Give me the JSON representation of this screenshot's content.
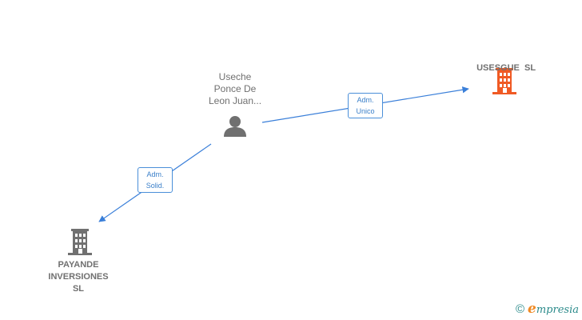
{
  "nodes": {
    "person": {
      "label_lines": [
        "Useche",
        "Ponce De",
        "Leon Juan..."
      ],
      "icon": "person-icon",
      "color": "#707070"
    },
    "usesgue": {
      "label": "USESGUE  SL",
      "icon": "building-icon",
      "color": "#f05a24"
    },
    "payande": {
      "label_lines": [
        "PAYANDE",
        "INVERSIONES",
        "SL"
      ],
      "icon": "building-icon",
      "color": "#707070"
    }
  },
  "relations": [
    {
      "label_lines": [
        "Adm.",
        "Unico"
      ]
    },
    {
      "label_lines": [
        "Adm.",
        "Solid."
      ]
    }
  ],
  "footer": {
    "copyright_symbol": "©",
    "brand_initial": "e",
    "brand_rest": "mpresia"
  },
  "colors": {
    "edge": "#3a7fd9",
    "accent": "#f05a24"
  }
}
